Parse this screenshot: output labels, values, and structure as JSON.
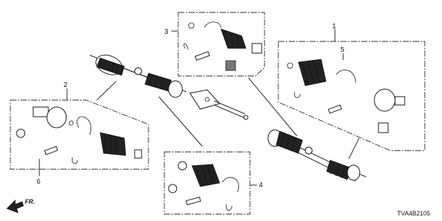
{
  "callouts": {
    "c1": "1",
    "c2": "2",
    "c3": "3",
    "c4": "4",
    "c5": "5",
    "c6": "6"
  },
  "direction_label": "FR.",
  "diagram_code": "TVA4B2105"
}
